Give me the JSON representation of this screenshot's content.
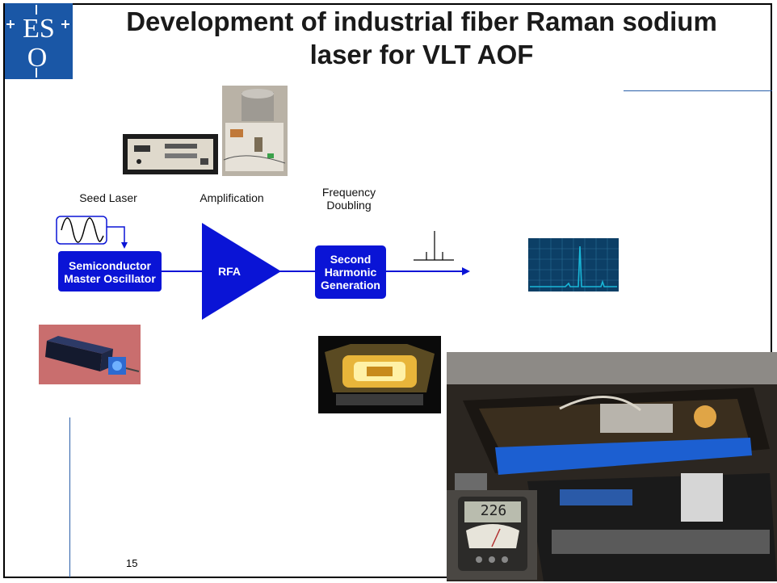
{
  "slide": {
    "title_line1": "Development of industrial fiber Raman sodium",
    "title_line2": "laser for VLT AOF",
    "page_number": "15"
  },
  "logo": {
    "letters": "ESO"
  },
  "diagram": {
    "stage_labels": {
      "seed": "Seed Laser",
      "amp": "Amplification",
      "freq_line1": "Frequency",
      "freq_line2": "Doubling"
    },
    "blocks": {
      "oscillator_line1": "Semiconductor",
      "oscillator_line2": "Master Oscillator",
      "amplifier": "RFA",
      "shg_line1": "Second",
      "shg_line2": "Harmonic",
      "shg_line3": "Generation"
    }
  },
  "photos": {
    "meter_reading": "226"
  },
  "colors": {
    "diagram_blue": "#0a14d6",
    "eso_blue": "#1a57a6",
    "scope_cyan": "#19b7d8"
  }
}
